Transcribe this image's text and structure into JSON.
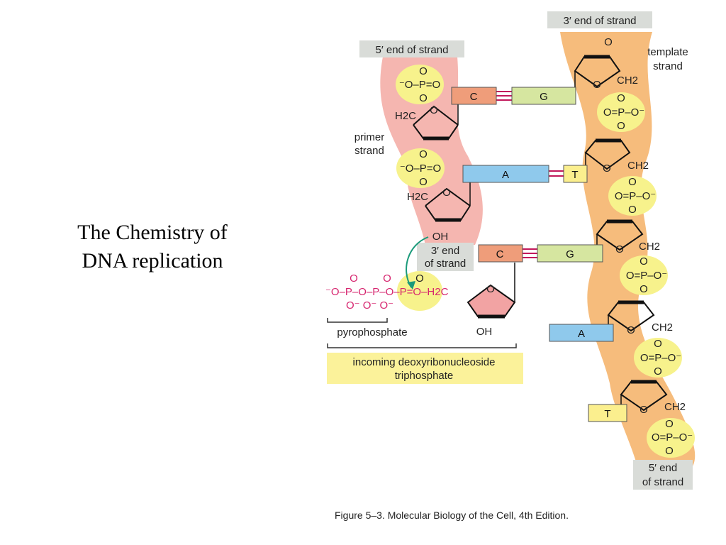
{
  "slide": {
    "title_line1": "The Chemistry of",
    "title_line2": "DNA replication"
  },
  "labels": {
    "template_3_end": "3′ end of strand",
    "primer_5_end": "5′ end of strand",
    "template_strand_line1": "template",
    "template_strand_line2": "strand",
    "primer_strand_line1": "primer",
    "primer_strand_line2": "strand",
    "primer_3_end_line1": "3′ end",
    "primer_3_end_line2": "of strand",
    "template_5_end_line1": "5′ end",
    "template_5_end_line2": "of strand",
    "pyrophosphate": "pyrophosphate",
    "incoming_line1": "incoming deoxyribonucleoside",
    "incoming_line2": "triphosphate",
    "caption": "Figure 5–3. Molecular Biology of the Cell, 4th Edition."
  },
  "bases": {
    "primer_1": "C",
    "template_1": "G",
    "primer_2": "A",
    "template_2": "T",
    "incoming": "C",
    "template_3": "G",
    "template_4": "A",
    "template_5": "T"
  },
  "chem": {
    "o": "O",
    "oh": "OH",
    "ch2": "CH2",
    "h2c": "H2C",
    "phosphate_left": "⁻O–P=O",
    "phosphate_right": "O=P–O⁻",
    "triphosphate": "⁻O–P–O–P–O–P=O–H2C",
    "pyro_bottom": "O⁻   O⁻   O⁻"
  },
  "colors": {
    "primer_backbone": "#f5b6b0",
    "template_backbone": "#f6bc7c",
    "phosphate": "#f7f28c",
    "cytosine": "#ef9d7a",
    "guanine": "#d6e6a0",
    "adenine": "#8fc9ec",
    "thymine": "#fbef8e",
    "label_box": "#d9dcd8",
    "incoming_box": "#fbf29a",
    "arrow": "#1a9a7a",
    "pink_text": "#d6246e"
  }
}
